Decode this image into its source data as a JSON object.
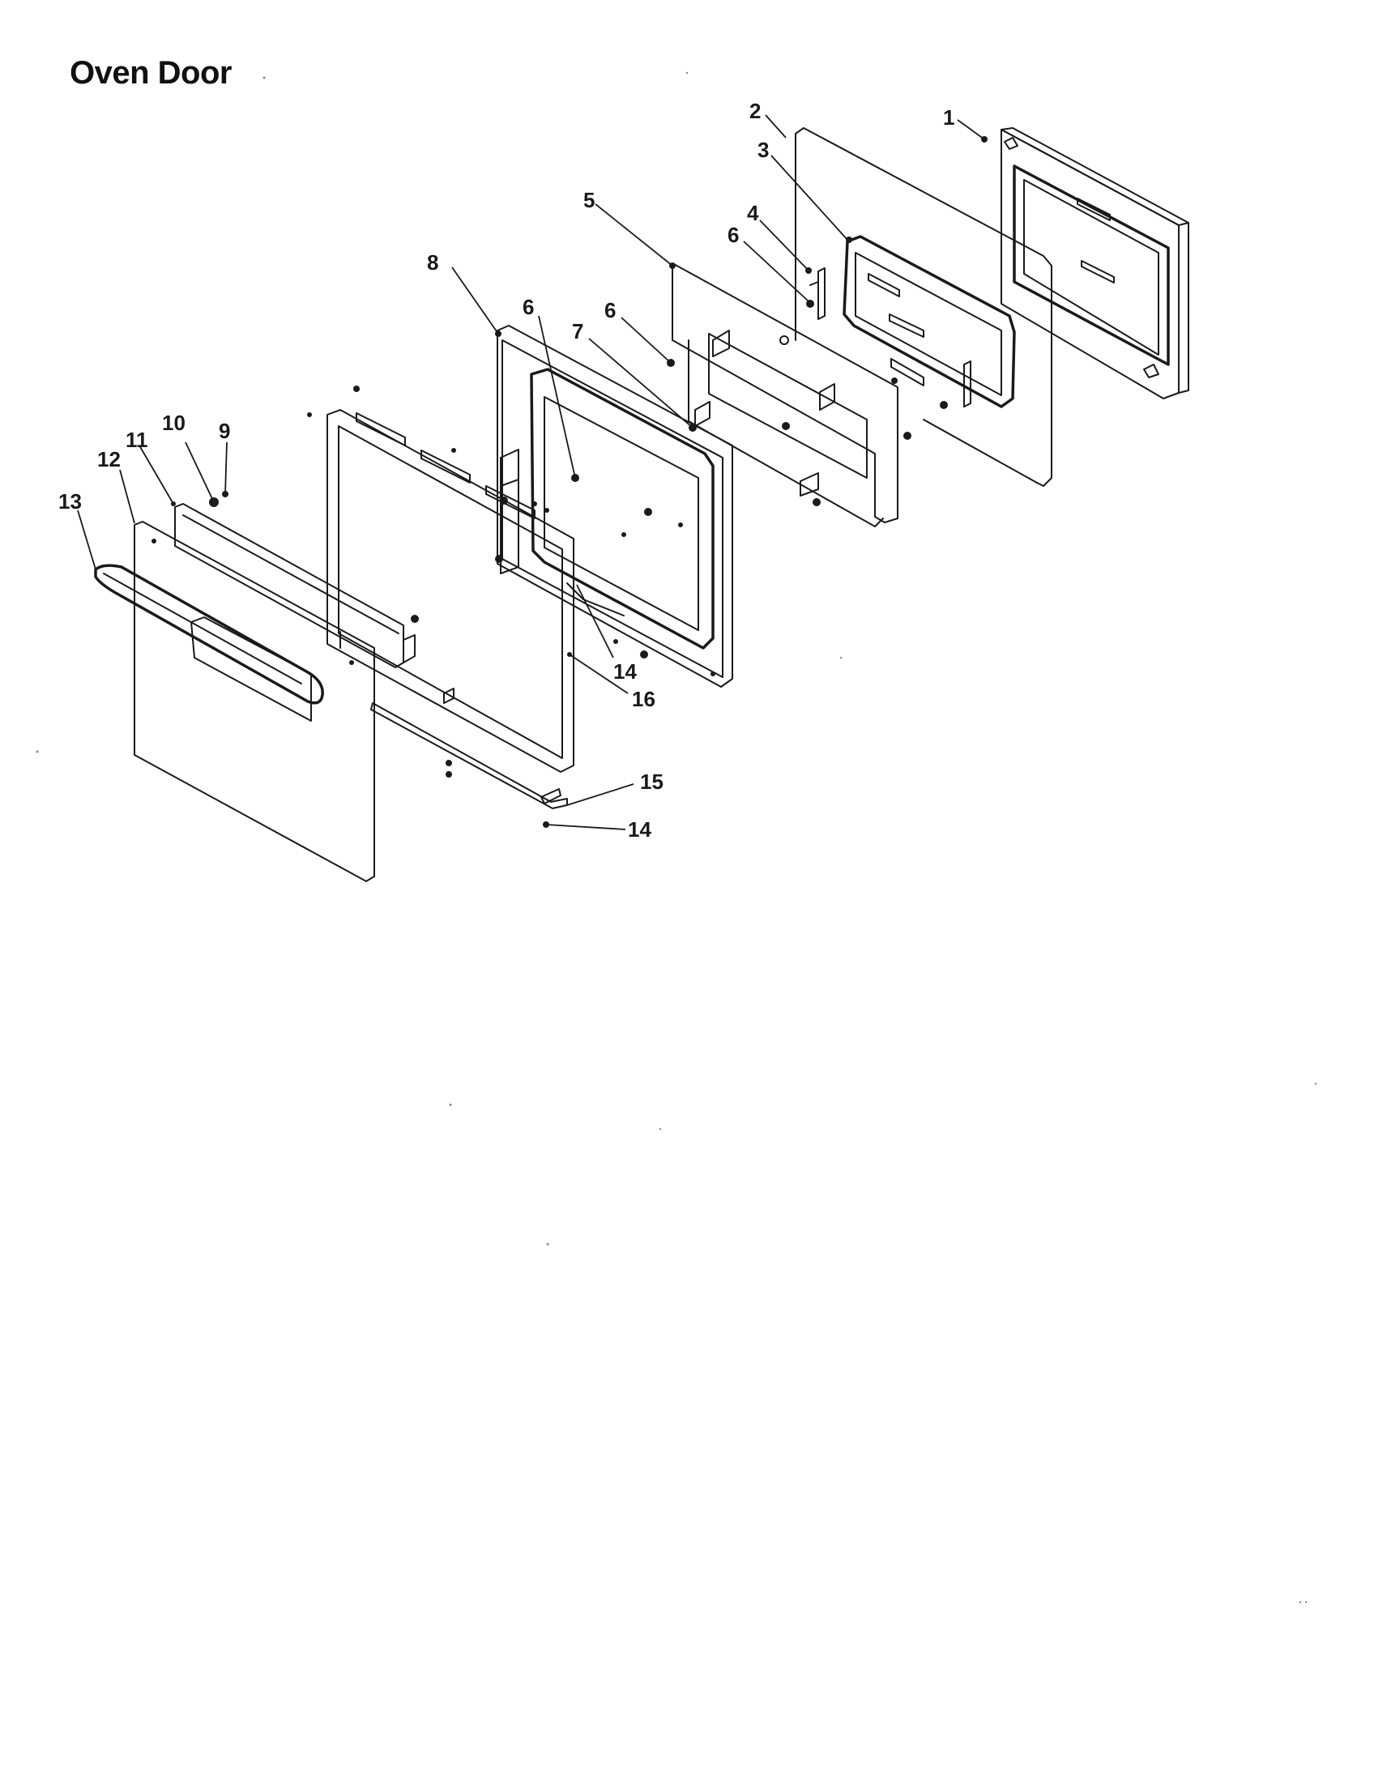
{
  "title": "Oven Door",
  "callouts": [
    {
      "id": "c1",
      "label": "1"
    },
    {
      "id": "c2",
      "label": "2"
    },
    {
      "id": "c3",
      "label": "3"
    },
    {
      "id": "c4",
      "label": "4"
    },
    {
      "id": "c5",
      "label": "5"
    },
    {
      "id": "c6a",
      "label": "6"
    },
    {
      "id": "c6b",
      "label": "6"
    },
    {
      "id": "c6c",
      "label": "6"
    },
    {
      "id": "c7",
      "label": "7"
    },
    {
      "id": "c8",
      "label": "8"
    },
    {
      "id": "c9",
      "label": "9"
    },
    {
      "id": "c10",
      "label": "10"
    },
    {
      "id": "c11",
      "label": "11"
    },
    {
      "id": "c12",
      "label": "12"
    },
    {
      "id": "c13",
      "label": "13"
    },
    {
      "id": "c14a",
      "label": "14"
    },
    {
      "id": "c14b",
      "label": "14"
    },
    {
      "id": "c15",
      "label": "15"
    },
    {
      "id": "c16",
      "label": "16"
    }
  ]
}
